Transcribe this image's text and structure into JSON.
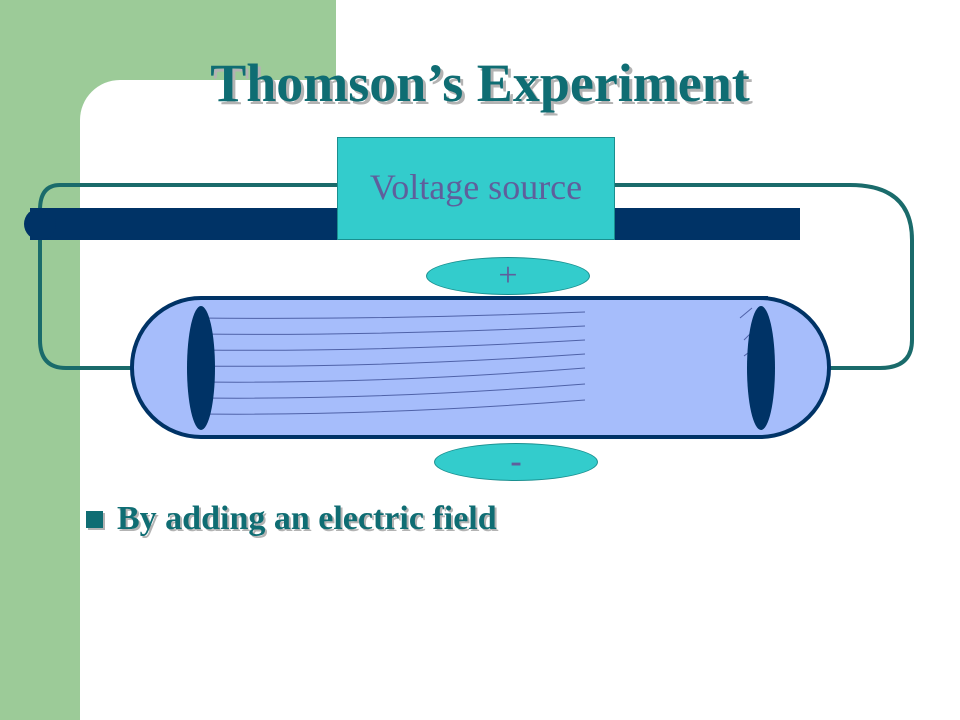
{
  "slide": {
    "title": "Thomson’s Experiment",
    "bullet": "By adding an electric field"
  },
  "diagram": {
    "voltage_source_label": "Voltage source",
    "positive_plate_label": "+",
    "negative_plate_label": "-"
  },
  "colors": {
    "sidebar_green": "#9ccb98",
    "title_teal": "#0f6d73",
    "box_cyan": "#33cccc",
    "label_text": "#5f5f9c",
    "tube_fill": "#a6bdfb",
    "tube_outline": "#003366",
    "wire_teal": "#1a6b6b",
    "plate_navy": "#003366"
  }
}
